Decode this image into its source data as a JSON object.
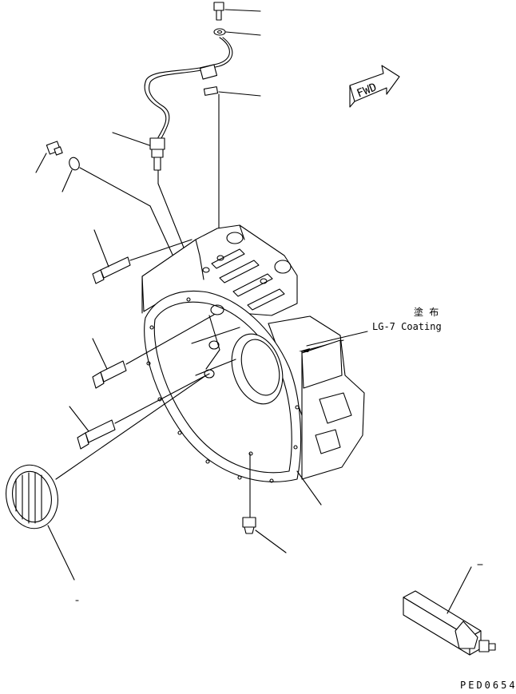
{
  "labels": {
    "fwd": "FWD",
    "coating_jp": "塗 布",
    "coating": "LG-7 Coating",
    "drawing_code": "PED0654"
  },
  "icons": {
    "fwd_arrow": "fwd-arrow-icon"
  }
}
